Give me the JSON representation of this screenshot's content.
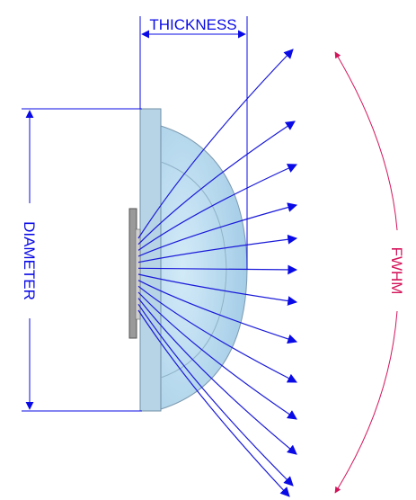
{
  "labels": {
    "thickness": "THICKNESS",
    "diameter": "DIAMETER",
    "fwhm": "FWHM"
  },
  "colors": {
    "dimension": "#0a0ae6",
    "ray": "#1a1ad8",
    "fwhm": "#d4145a",
    "lens_fill": "#a9d4ee",
    "lens_stroke": "#6f8fa6",
    "base_fill": "#b7d3e6",
    "chip": "#8c8c8c"
  },
  "ray_count": 13
}
